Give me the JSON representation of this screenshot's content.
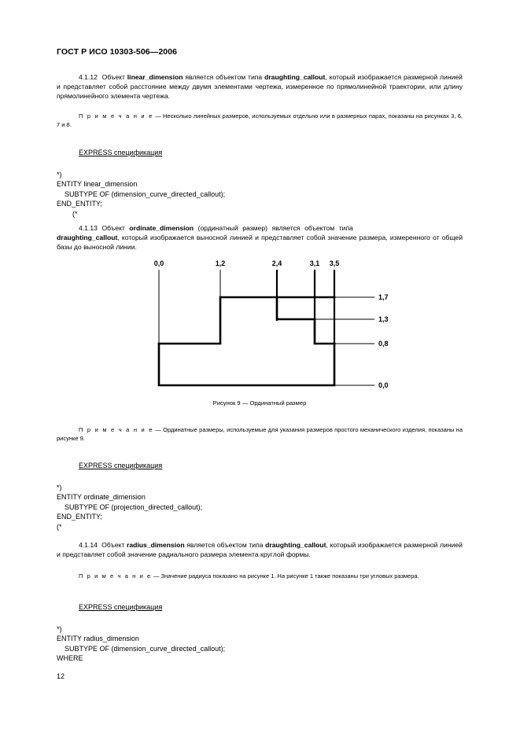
{
  "document": {
    "header": "ГОСТ Р ИСО 10303-506—2006",
    "page_number": "12"
  },
  "sections": {
    "s_4_1_12": {
      "number": "4.1.12",
      "lead": "Объект ",
      "term": "linear_dimension",
      "mid": " является объектом типа ",
      "term2": "draughting_callout",
      "tail": ", который изображается размерной линией и представляет собой расстояние между двумя элементами чертежа, измеренное по прямолинейной траектории, или длину прямолинейного элемента чертежа.",
      "note_label": "П р и м е ч а н и е",
      "note_text": " — Несколько линейных размеров, используемых отдельно или в размерных парах, показаны на рисунках 3, 6, 7 и 8.",
      "express_heading": "EXPRESS спецификация",
      "express_code": "*)\nENTITY linear_dimension\n    SUBTYPE OF (dimension_curve_directed_callout);\nEND_ENTITY;\n        (*"
    },
    "s_4_1_13": {
      "number": "4.1.13",
      "lead": "Объект",
      "term": "ordinate_dimension",
      "mid": "(ординатный",
      "mid2": "размер)",
      "mid3": "является",
      "mid4": "объектом",
      "mid5": "типа",
      "term2": "draughting_callout",
      "tail": ", который изображается выносной линией и представляет собой значение размера, измеренного от общей базы до выносной линии.",
      "note_label": "П р и м е ч а н и е",
      "note_text": " — Ординатные размеры, используемые для указания размеров простого механического изделия, показаны на рисунке 9.",
      "express_heading": "EXPRESS спецификация",
      "express_code": "*)\nENTITY ordinate_dimension\n    SUBTYPE OF (projection_directed_callout);\nEND_ENTITY;\n(*"
    },
    "s_4_1_14": {
      "number": "4.1.14",
      "lead": "Объект ",
      "term": "radius_dimension",
      "mid": " является объектом типа ",
      "term2": "draughting_callout",
      "tail": ", который изображается размерной линией и представляет собой значение радиального размера элемента круглой формы.",
      "note_label": "П р и м е ч а н и е",
      "note_text": " — Значение радиуса показано на рисунке 1. На рисунке 1 также показаны три угловых размера.",
      "express_heading": "EXPRESS спецификация",
      "express_code": "*)\nENTITY radius_dimension\n    SUBTYPE OF (dimension_curve_directed_callout);\nWHERE"
    }
  },
  "figure": {
    "caption": "Рисунок 9 — Ординатный размер",
    "top_labels": [
      "0,0",
      "1,2",
      "2,4",
      "3,1",
      "3,5"
    ],
    "right_labels": [
      "1,7",
      "1,3",
      "0,8",
      "0,0"
    ],
    "line_color": "#000000"
  }
}
